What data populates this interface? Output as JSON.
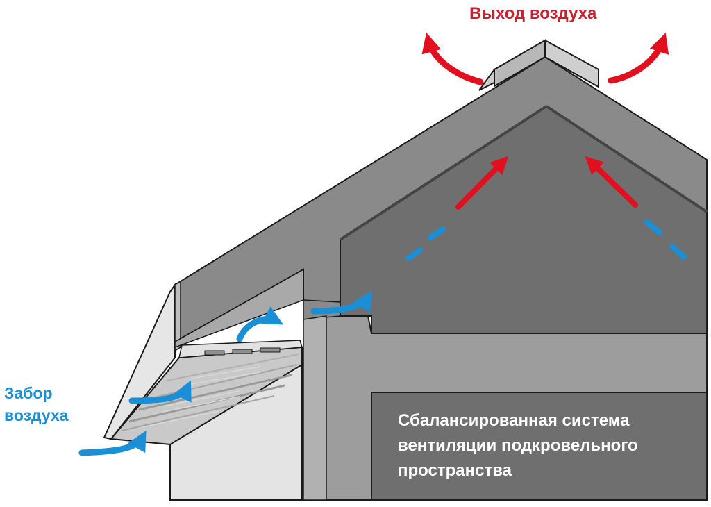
{
  "labels": {
    "exhaust": "Выход воздуха",
    "intake_line1": "Забор",
    "intake_line2": "воздуха"
  },
  "caption": {
    "line1": "Сбалансированная система",
    "line2": "вентиляции подкровельного",
    "line3": "пространства"
  },
  "colors": {
    "exhaust_arrow": "#e2101f",
    "intake_arrow": "#1b8fd6",
    "exhaust_text": "#c8202e",
    "intake_text": "#1b8fd6",
    "roof": "#8a8a8a",
    "attic": "#6f6f6f",
    "wall": "#9d9d9d",
    "window": "#6f6f6f"
  }
}
